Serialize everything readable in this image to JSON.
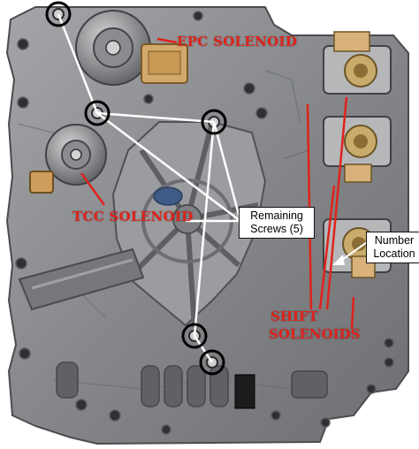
{
  "labels": {
    "epc": "EPC SOLENOID",
    "tcc": "TCC SOLENOID",
    "remaining_line1": "Remaining",
    "remaining_line2": "Screws (5)",
    "number_line1": "Number",
    "number_line2": "Location",
    "shift_line1": "SHIFT",
    "shift_line2": "SOLENOIDS"
  },
  "colors": {
    "annotation_red": "#e0231c",
    "metal": "#8d8f92",
    "pointer_line": "#ffffff"
  }
}
